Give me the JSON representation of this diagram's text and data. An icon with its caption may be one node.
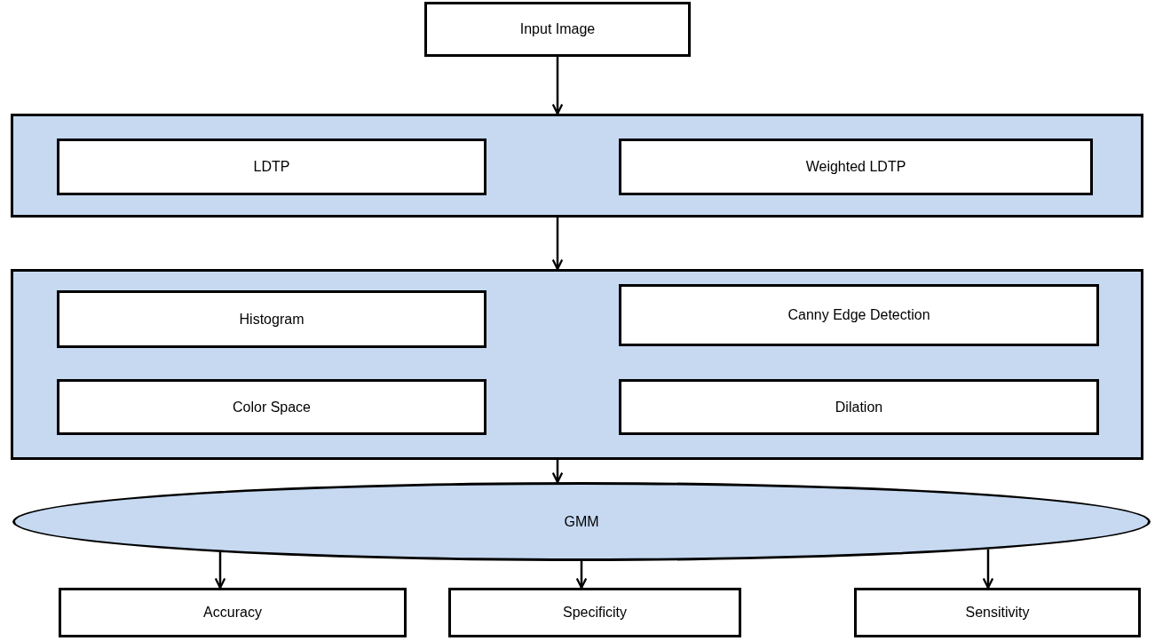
{
  "diagram": {
    "nodes": [
      {
        "text": [
          "Input Image"
        ]
      },
      {
        "text": [],
        "shape": "box"
      },
      {
        "text": [
          "LDTP"
        ],
        "in": 1
      },
      {
        "text": [
          "Weighted LDTP"
        ],
        "in": 1
      },
      {
        "text": [],
        "shape": "box"
      },
      {
        "text": [
          "Histogram"
        ],
        "in": 4
      },
      {
        "text": [
          "Canny Edge Detection"
        ],
        "in": 4
      },
      {
        "text": [
          "Color Space"
        ],
        "in": 4
      },
      {
        "text": [
          "Dilation"
        ],
        "in": 4
      },
      {
        "text": [
          "GMM"
        ]
      },
      {
        "text": [
          "Accuracy"
        ]
      },
      {
        "text": [
          "Specificity"
        ]
      },
      {
        "text": [
          "Sensitivity"
        ]
      }
    ],
    "edges": [
      {
        "from": 0,
        "to": 1,
        "arrow": "to"
      },
      {
        "from": 1,
        "to": 4,
        "arrow": "to"
      },
      {
        "from": 4,
        "to": 9,
        "arrow": "to"
      },
      {
        "from": 9,
        "to": 10,
        "arrow": "to"
      },
      {
        "from": 9,
        "to": 11,
        "arrow": "to"
      },
      {
        "from": 9,
        "to": 12,
        "arrow": "to"
      }
    ]
  }
}
